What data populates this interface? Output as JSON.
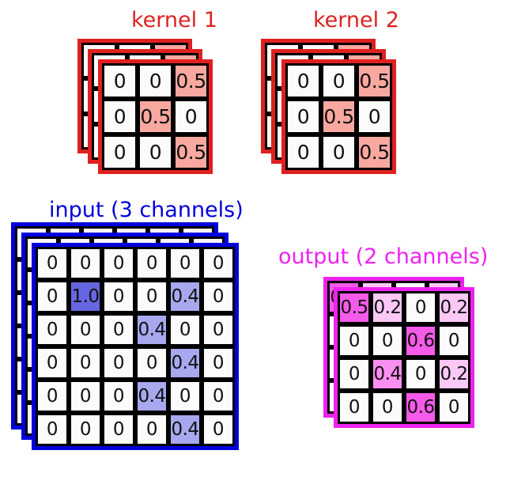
{
  "figure": {
    "type": "convolution-diagram",
    "colors": {
      "kernel_accent": "#dd2222",
      "kernel_border": "#e02020",
      "input_accent": "#0000dd",
      "output_accent": "#ee22ee",
      "cell_border": "#000000",
      "cell_background": "#fbfbfb",
      "background": "#ffffff"
    }
  },
  "kernels": {
    "title_1": "kernel 1",
    "title_2": "kernel 2",
    "channels": 3,
    "rows": 3,
    "cols": 3,
    "values": [
      [
        "0",
        "0",
        "0.5"
      ],
      [
        "0",
        "0.5",
        "0"
      ],
      [
        "0",
        "0",
        "0.5"
      ]
    ],
    "highlight_color": "#f9a8a0",
    "plain_color": "#fbfbfb"
  },
  "input": {
    "title": "input (3 channels)",
    "channels": 3,
    "rows": 6,
    "cols": 6,
    "values": [
      [
        "0",
        "0",
        "0",
        "0",
        "0",
        "0"
      ],
      [
        "0",
        "1.0",
        "0",
        "0",
        "0.4",
        "0"
      ],
      [
        "0",
        "0",
        "0",
        "0.4",
        "0",
        "0"
      ],
      [
        "0",
        "0",
        "0",
        "0",
        "0.4",
        "0"
      ],
      [
        "0",
        "0",
        "0",
        "0.4",
        "0",
        "0"
      ],
      [
        "0",
        "0",
        "0",
        "0",
        "0.4",
        "0"
      ]
    ],
    "color_strong": "#6666e0",
    "color_light": "#a8a8ee",
    "plain_color": "#fbfbfb"
  },
  "output": {
    "title": "output (2 channels)",
    "channels": 2,
    "rows": 4,
    "cols": 4,
    "values": [
      [
        "0.5",
        "0.2",
        "0",
        "0.2"
      ],
      [
        "0",
        "0",
        "0.6",
        "0"
      ],
      [
        "0",
        "0.4",
        "0",
        "0.2"
      ],
      [
        "0",
        "0",
        "0.6",
        "0"
      ]
    ],
    "color_06": "#f55ae8",
    "color_05": "#f55ae8",
    "color_04": "#f98ff0",
    "color_02": "#fbc8f6",
    "plain_color": "#fbfbfb"
  },
  "chart_data": {
    "type": "heatmap",
    "title": "2D convolution: 3-channel input, two 3x3 kernels, 2-channel output",
    "grids": [
      {
        "name": "kernel 1",
        "rows": 3,
        "cols": 3,
        "channels": 3,
        "values": [
          [
            0,
            0,
            0.5
          ],
          [
            0,
            0.5,
            0
          ],
          [
            0,
            0,
            0.5
          ]
        ]
      },
      {
        "name": "kernel 2",
        "rows": 3,
        "cols": 3,
        "channels": 3,
        "values": [
          [
            0,
            0,
            0.5
          ],
          [
            0,
            0.5,
            0
          ],
          [
            0,
            0,
            0.5
          ]
        ]
      },
      {
        "name": "input (3 channels)",
        "rows": 6,
        "cols": 6,
        "channels": 3,
        "values": [
          [
            0,
            0,
            0,
            0,
            0,
            0
          ],
          [
            0,
            1.0,
            0,
            0,
            0.4,
            0
          ],
          [
            0,
            0,
            0,
            0.4,
            0,
            0
          ],
          [
            0,
            0,
            0,
            0,
            0.4,
            0
          ],
          [
            0,
            0,
            0,
            0.4,
            0,
            0
          ],
          [
            0,
            0,
            0,
            0,
            0.4,
            0
          ]
        ]
      },
      {
        "name": "output (2 channels)",
        "rows": 4,
        "cols": 4,
        "channels": 2,
        "values": [
          [
            0.5,
            0.2,
            0,
            0.2
          ],
          [
            0,
            0,
            0.6,
            0
          ],
          [
            0,
            0.4,
            0,
            0.2
          ],
          [
            0,
            0,
            0.6,
            0
          ]
        ]
      }
    ]
  }
}
